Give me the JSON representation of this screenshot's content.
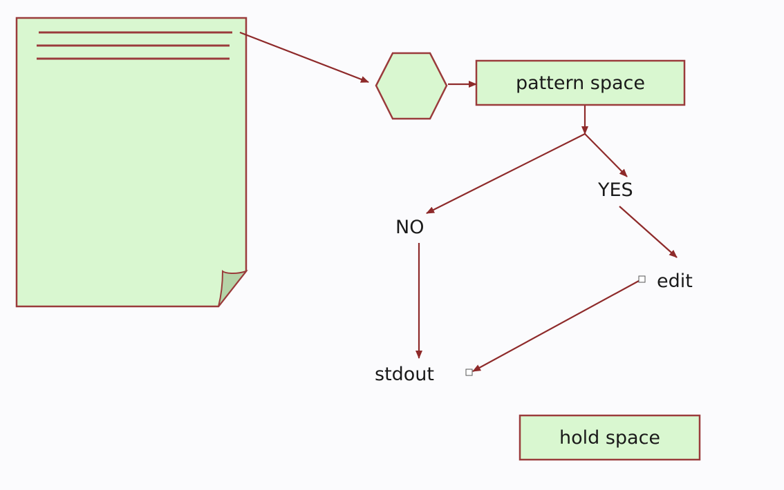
{
  "colors": {
    "fill": "#d9f7d0",
    "stroke": "#9a3b3b",
    "arrow": "#8e2a2a",
    "fold": "#b5d4a8",
    "background": "#fbfbfd"
  },
  "nodes": {
    "document": {
      "shape": "page-with-curled-corner",
      "line_count": 3
    },
    "filter": {
      "shape": "hexagon"
    },
    "pattern_space": {
      "label": "pattern space"
    },
    "yes": {
      "label": "YES"
    },
    "no": {
      "label": "NO"
    },
    "edit": {
      "label": "edit"
    },
    "stdout": {
      "label": "stdout"
    },
    "hold_space": {
      "label": "hold space"
    }
  },
  "edges": [
    {
      "from": "document",
      "to": "filter"
    },
    {
      "from": "filter",
      "to": "pattern_space"
    },
    {
      "from": "pattern_space",
      "to": "no"
    },
    {
      "from": "pattern_space",
      "to": "yes"
    },
    {
      "from": "yes",
      "to": "edit"
    },
    {
      "from": "no",
      "to": "stdout"
    },
    {
      "from": "edit",
      "to": "stdout"
    }
  ]
}
